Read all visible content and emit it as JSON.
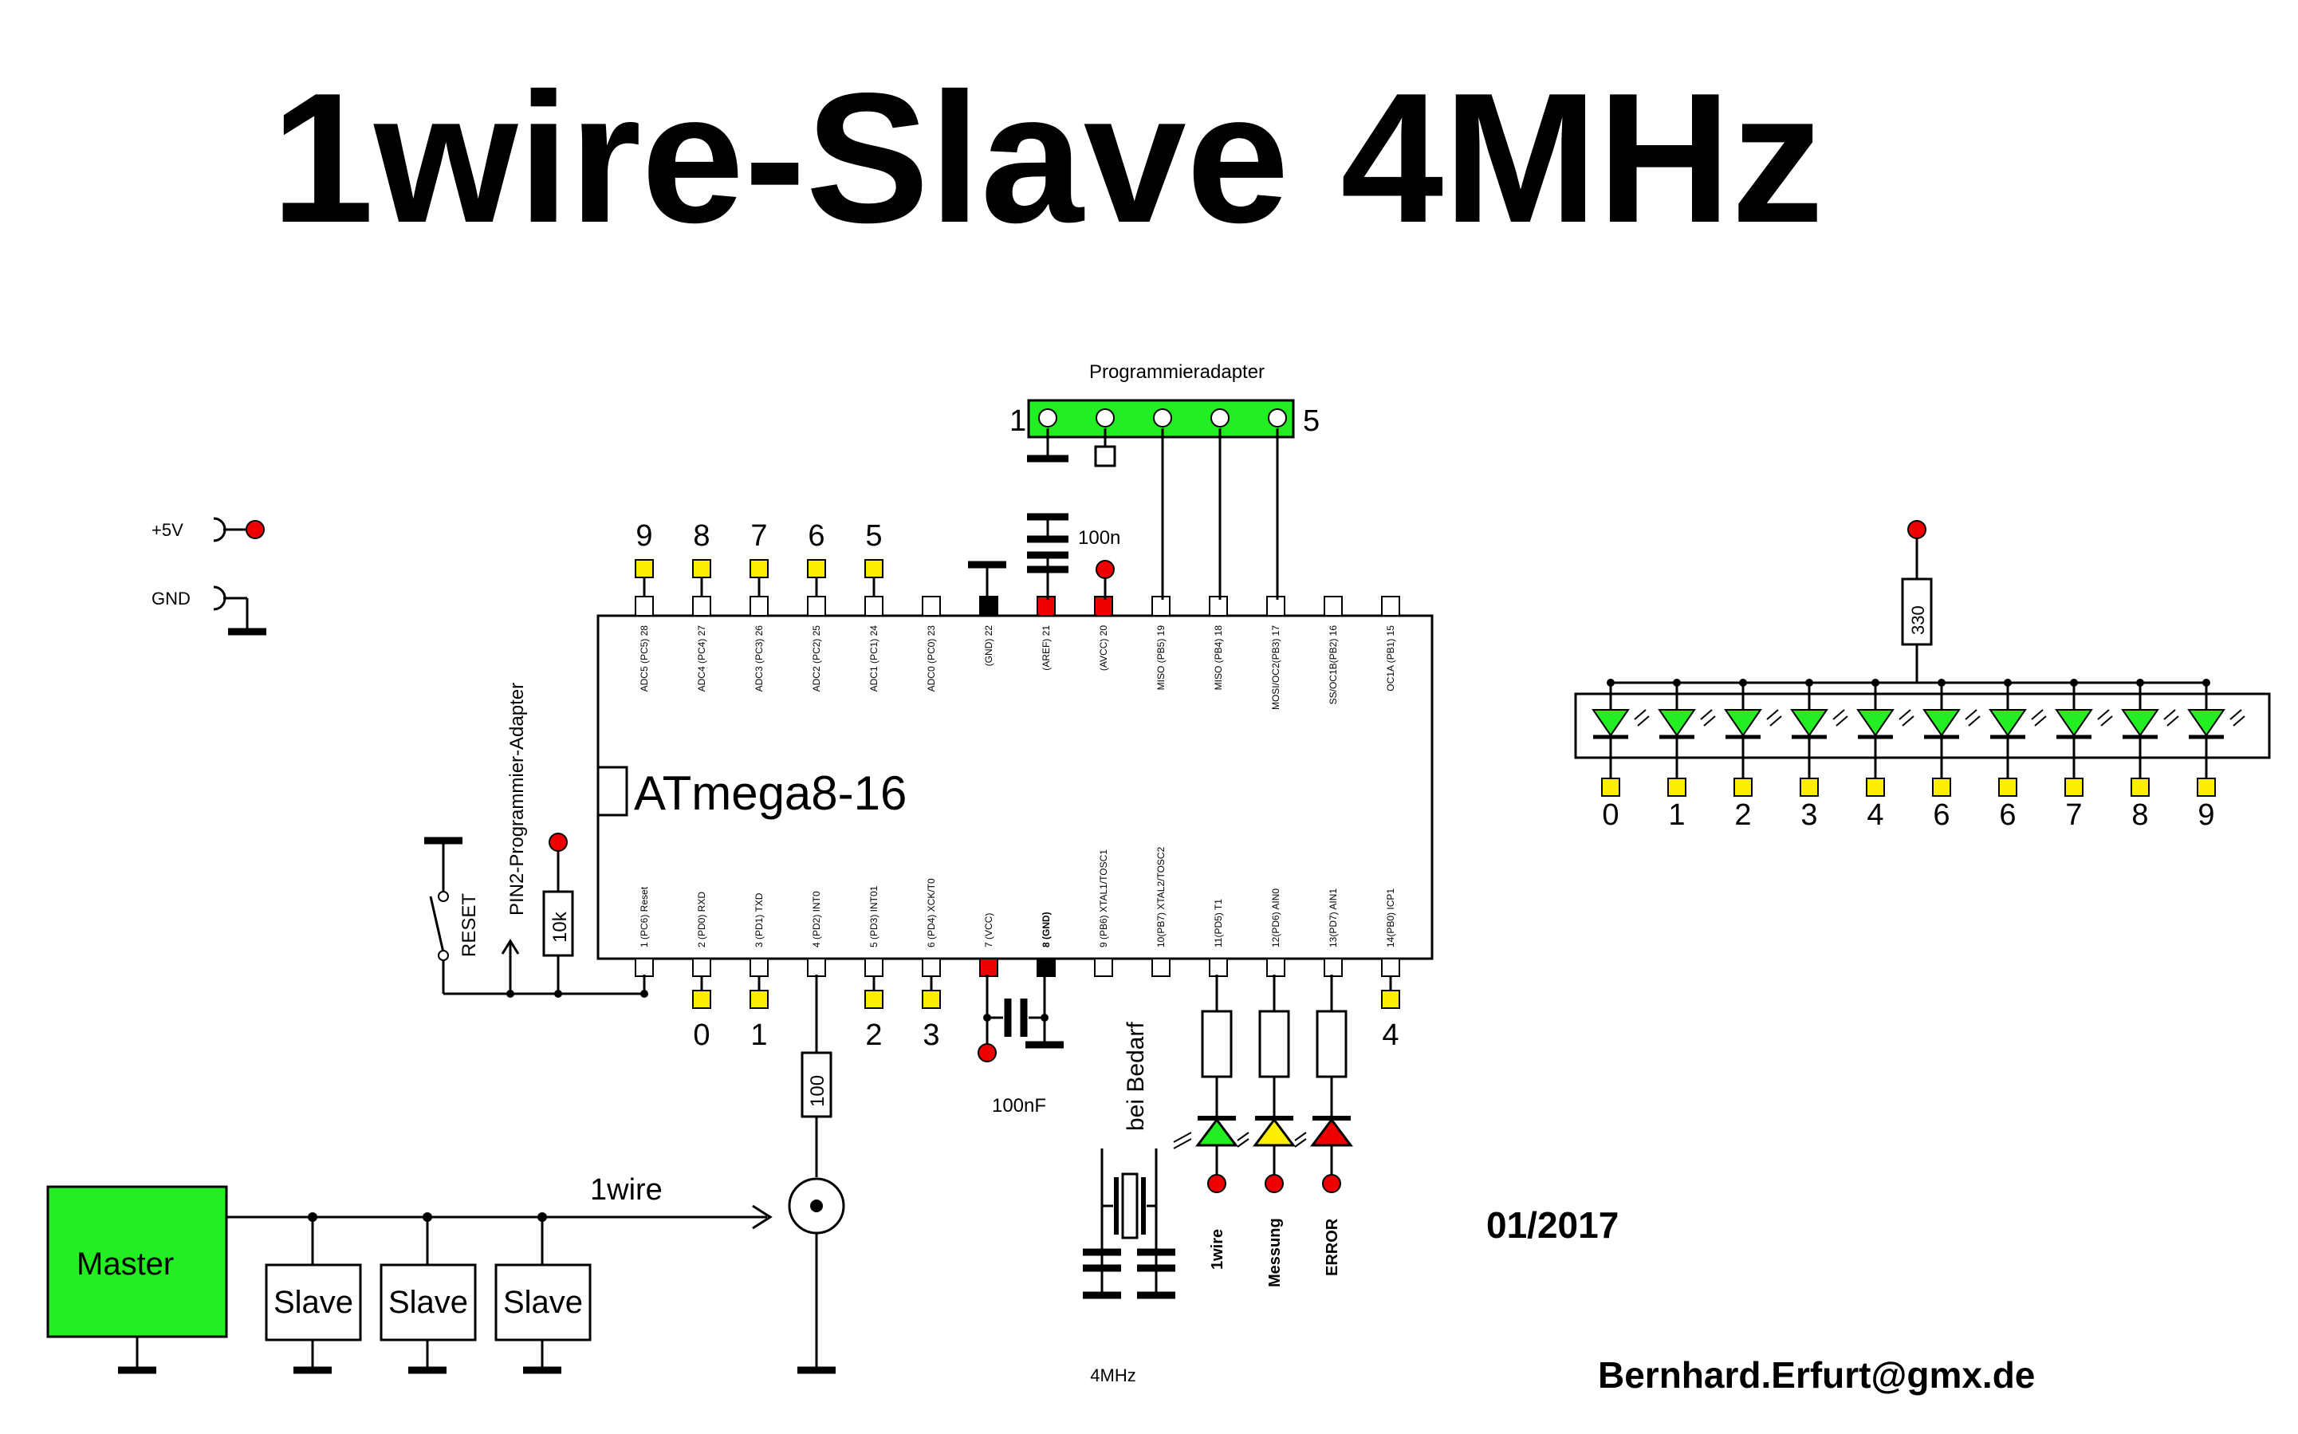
{
  "title": "1wire-Slave 4MHz",
  "chip": {
    "name": "ATmega8-16",
    "top_pins": [
      "ADC5 (PC5) 28",
      "ADC4 (PC4) 27",
      "ADC3 (PC3) 26",
      "ADC2 (PC2) 25",
      "ADC1 (PC1) 24",
      "ADC0 (PC0) 23",
      "(GND) 22",
      "(AREF) 21",
      "(AVCC) 20",
      "MISO (PB5) 19",
      "MISO (PB4) 18",
      "MOSI/OC2(PB3) 17",
      "SS/OC1B(PB2) 16",
      "OC1A (PB1) 15"
    ],
    "bottom_pins": [
      "1 (PC6) Reset",
      "2 (PD0) RXD",
      "3 (PD1) TXD",
      "4 (PD2) INT0",
      "5 (PD3) INT01",
      "6 (PD4) XCK/T0",
      "7 (VCC)",
      "8 (GND)",
      "9 (PB6) XTAL1/TOSC1",
      "10(PB7) XTAL2/TOSC2",
      "11(PD5) T1",
      "12(PD6) AIN0",
      "13(PD7) AIN1",
      "14(PB0) ICP1"
    ],
    "top_digits": [
      "9",
      "8",
      "7",
      "6",
      "5"
    ],
    "bottom_digits": [
      "0",
      "1",
      "2",
      "3",
      "4"
    ]
  },
  "labels": {
    "programmer": "Programmieradapter",
    "prog_pin_first": "1",
    "prog_pin_last": "5",
    "cap_top": "100n",
    "cap_bottom": "100nF",
    "plus5v": "+5V",
    "gnd": "GND",
    "reset": "RESET",
    "pin2": "PIN2-Programmier-Adapter",
    "res_reset": "10k",
    "res_bus": "100",
    "res_led": "330",
    "bei_bedarf": "bei Bedarf",
    "crystal": "4MHz",
    "wire": "1wire",
    "master": "Master",
    "slave": "Slave",
    "led_1wire": "1wire",
    "led_messung": "Messung",
    "led_error": "ERROR",
    "date": "01/2017",
    "email": "Bernhard.Erfurt@gmx.de"
  },
  "seg_digits": [
    "0",
    "1",
    "2",
    "3",
    "4",
    "6",
    "6",
    "7",
    "8",
    "9"
  ],
  "colors": {
    "green": "#22ee22",
    "yellow": "#ffee00",
    "red": "#ee0000",
    "black": "#000000"
  }
}
